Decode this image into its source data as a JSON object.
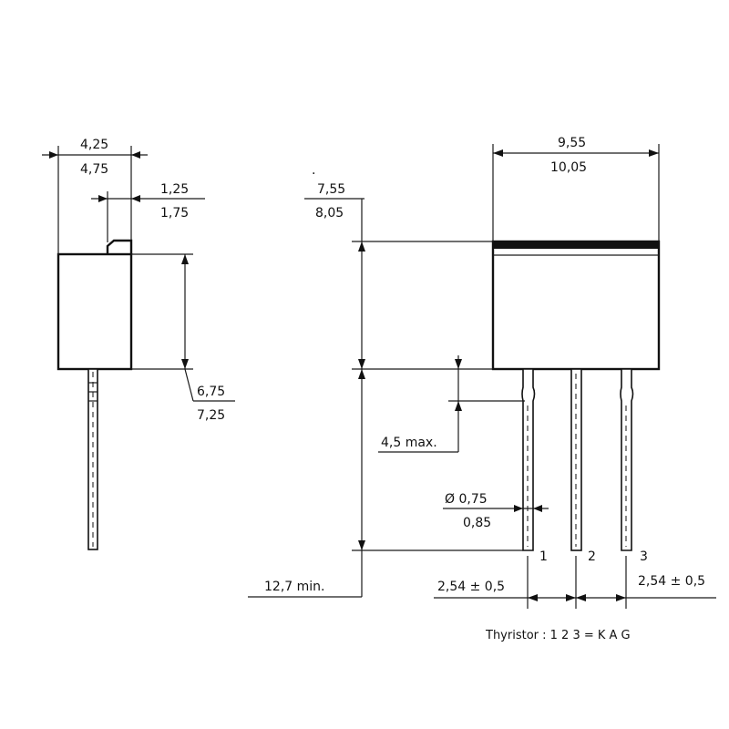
{
  "side_view": {
    "width_top": "4,25",
    "width_bottom": "4,75",
    "tab_top": "1,25",
    "tab_bottom": "1,75",
    "height_top": "6,75",
    "height_bottom": "7,25"
  },
  "front_view": {
    "width_top": "9,55",
    "width_bottom": "10,05",
    "height_top": "7,55",
    "height_bottom": "8,05",
    "bend": "4,5 max.",
    "lead_dia_top": "Ø 0,75",
    "lead_dia_bottom": "0,85",
    "lead_length": "12,7 min.",
    "pitch_left": "2,54 ± 0,5",
    "pitch_right": "2,54 ± 0,5",
    "pin_labels": [
      "1",
      "2",
      "3"
    ]
  },
  "caption": "Thyristor : 1 2 3 = K A G"
}
